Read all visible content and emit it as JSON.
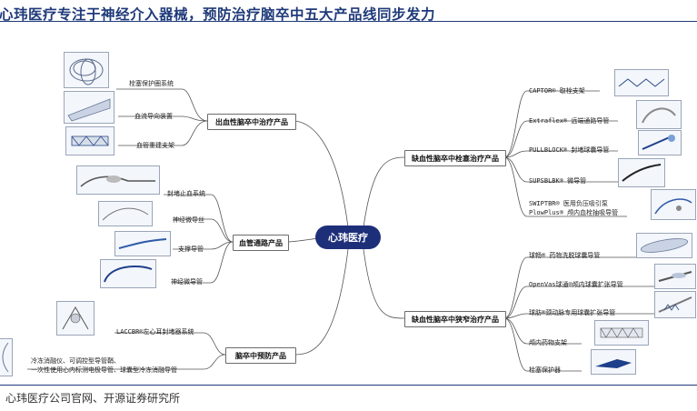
{
  "title": "心玮医疗专注于神经介入器械，预防治疗脑卒中五大产品线同步发力",
  "source": "心玮医疗公司官网、开源证券研究所",
  "center": "心玮医疗",
  "branches": {
    "hemorrhagic": {
      "label": "出血性脑卒中治疗产品",
      "items": [
        "栓塞保护圈系统",
        "血流导向装置",
        "血管重建支架"
      ]
    },
    "vascular": {
      "label": "血管通路产品",
      "items": [
        "封堵止血系统",
        "神经微导丝",
        "支撑导管",
        "神经微导管"
      ]
    },
    "prevention": {
      "label": "脑卒中预防产品",
      "items": [
        "LACCBR®左心耳封堵器系统",
        "冷冻消融仪、可调控型导管鞘、",
        "一次性使用心内标测电极导管、球囊型冷冻消融导管"
      ]
    },
    "ischemic_embolic": {
      "label": "缺血性脑卒中栓塞治疗产品",
      "items": [
        "CAPTOR® 取栓支架",
        "Extraflex® 远端通路导管",
        "PULLBLOCK® 封堵球囊导管",
        "SUPSBLBK® 微导管",
        "SWIPTBR® 医用负压吸引泵",
        "PlowPlus® 颅内血栓抽吸导管"
      ]
    },
    "ischemic_stenosis": {
      "label": "缺血性脑卒中狭窄治疗产品",
      "items": [
        "球畅® 药物洗脱球囊导管",
        "OpenVas球通®颅内球囊扩张导管",
        "球肪®颈动脉专用球囊扩张导管",
        "颅内药物支架",
        "栓塞保护器"
      ]
    }
  }
}
